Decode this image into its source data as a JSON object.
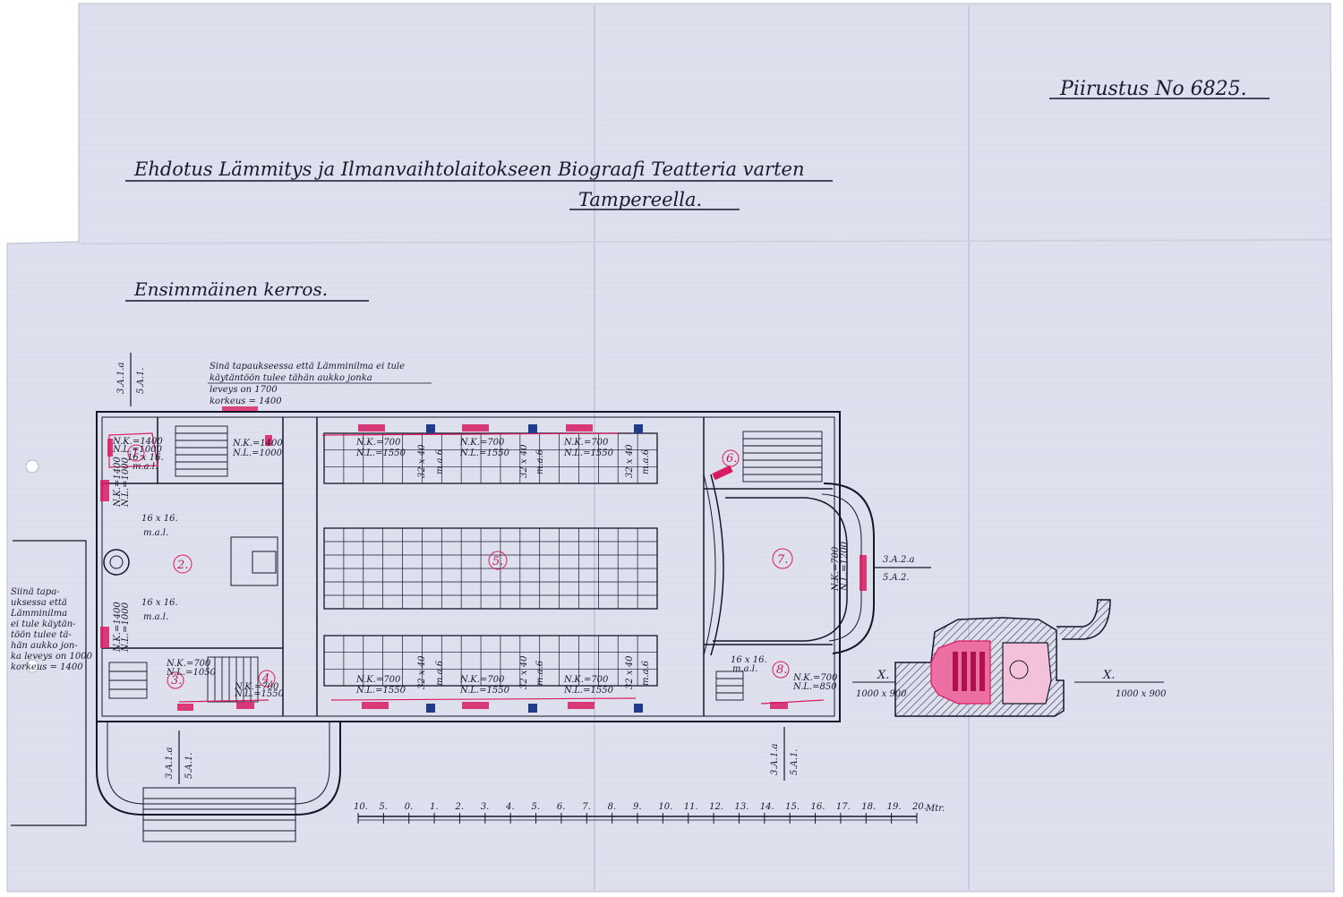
{
  "drawing": {
    "number_label": "Piirustus No 6825.",
    "title_line1": "Ehdotus Lämmitys ja Ilmanvaihtolaitokseen Biograafi Teatteria varten",
    "title_line2": "Tampereella.",
    "floor_title": "Ensimmäinen kerros.",
    "top_note_lines": [
      "Sinä tapaukseessa että Lämminilma ei tule",
      "käytäntöön tulee tähän aukko jonka",
      "leveys on 1700",
      "korkeus = 1400"
    ],
    "left_note_lines": [
      "Siinä tapa-",
      "uksessa että",
      "Lämminilma",
      "ei tule käytän-",
      "töön tulee tä-",
      "hän aukko jon-",
      "ka leveys on 1000",
      "korkeus = 1400"
    ],
    "room_numbers": [
      "1.",
      "2.",
      "3.",
      "4.",
      "5.",
      "6.",
      "7.",
      "8."
    ],
    "duct_labels": {
      "top_left": [
        "3.A.1.a",
        "5.A.1."
      ],
      "bottom_left": [
        "3.A.1.a",
        "5.A.1."
      ],
      "bottom_right": [
        "3.A.1.a",
        "5.A.1."
      ],
      "right": [
        "3.A.2.a",
        "5.A.2."
      ]
    },
    "radiator_labels": {
      "room1": [
        "N.K.=1400",
        "N.L.=1000"
      ],
      "room1b": [
        "N.K.=1400",
        "N.L.=1000"
      ],
      "top_row": [
        "N.K.=700",
        "N.L.=1550"
      ],
      "bottom_row": [
        "N.K.=700",
        "N.L.=1550"
      ],
      "left_side": [
        "N.K.=1400",
        "N.L.=1000"
      ],
      "room3": [
        "N.K.=700",
        "N.L.=1050"
      ],
      "room4": [
        "N.K.=700",
        "N.L.=1550"
      ],
      "stage": [
        "N.K.=700",
        "N.L.=1200"
      ],
      "room8": [
        "N.K.=700",
        "N.L.=850"
      ]
    },
    "vent_labels": {
      "wall": "16 x 16.",
      "wall_sub": "m.a.l.",
      "channel": "32 x 40",
      "channel_sub": "m.a.6"
    },
    "section_label_left": "X.",
    "section_label_right": "X.",
    "section_dim": "1000 x 900",
    "scale_ticks": [
      "10.",
      "5.",
      "0.",
      "1.",
      "2.",
      "3.",
      "4.",
      "5.",
      "6.",
      "7.",
      "8.",
      "9.",
      "10.",
      "11.",
      "12.",
      "13.",
      "14.",
      "15.",
      "16.",
      "17.",
      "18.",
      "19.",
      "20."
    ],
    "scale_unit": "Mtr.",
    "colors": {
      "paper": "#dfe0ee",
      "ink": "#15162a",
      "heating": "#d81b60",
      "vent": "#1f3c8a"
    }
  }
}
